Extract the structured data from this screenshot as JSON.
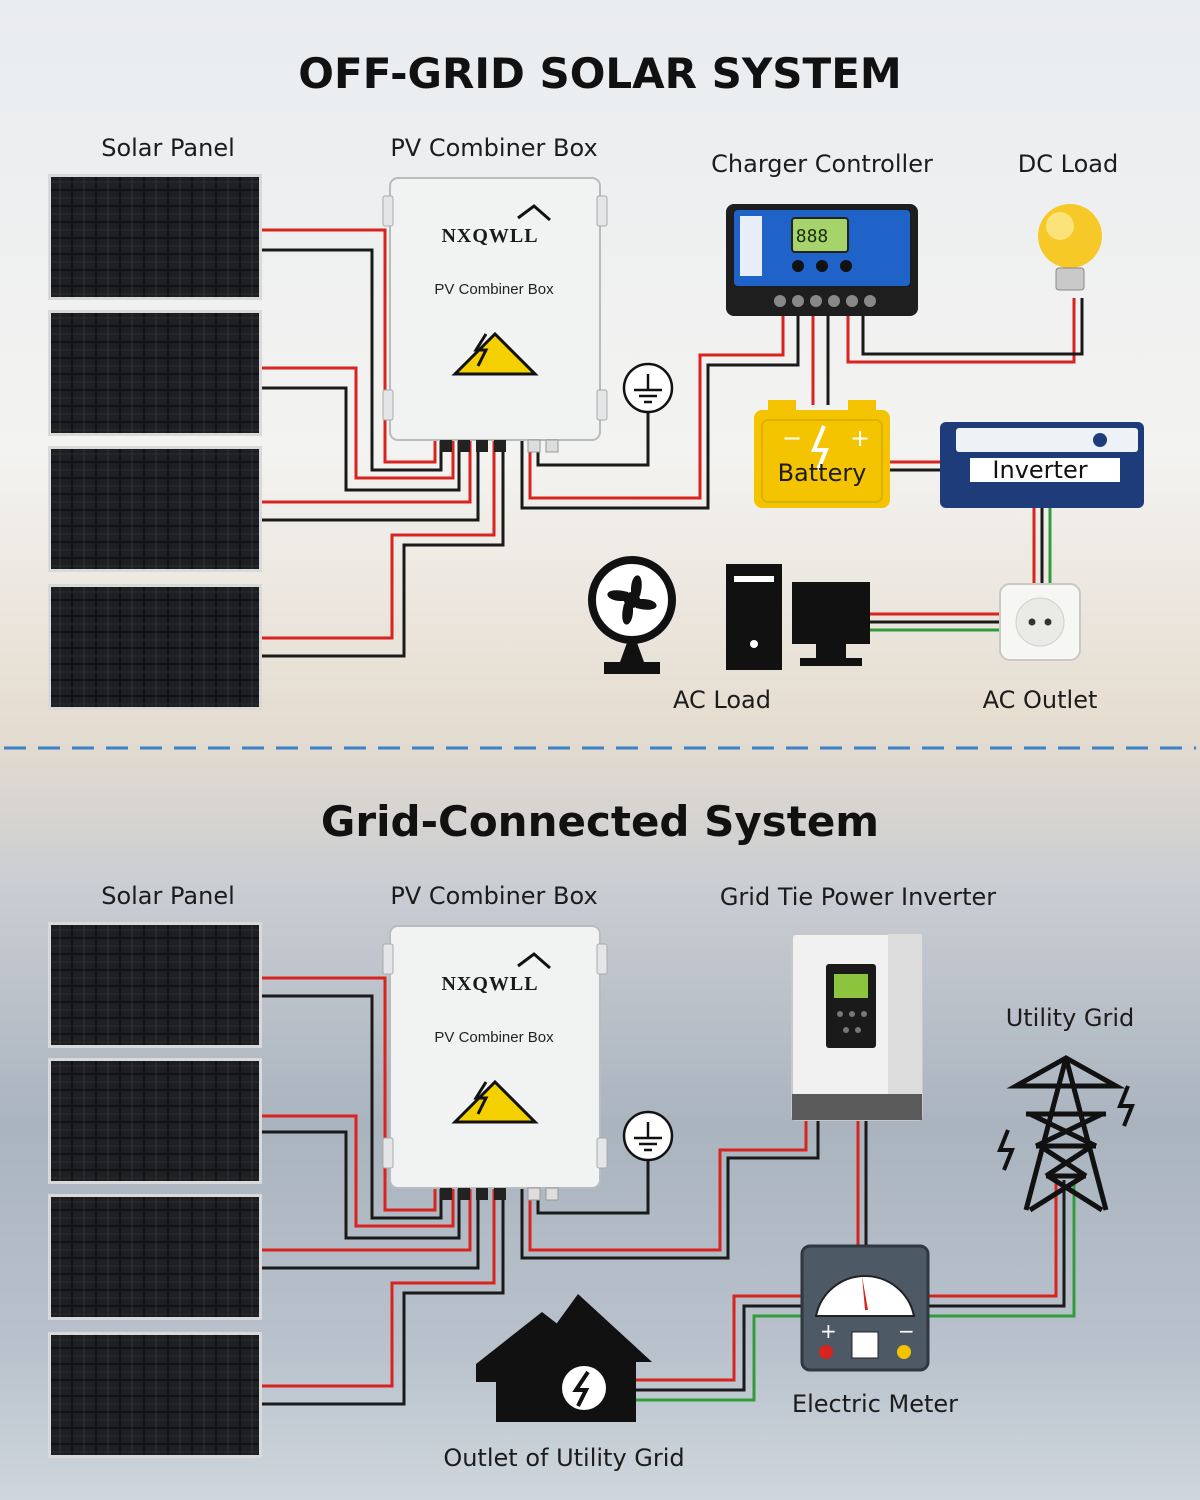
{
  "offgrid": {
    "title": "OFF-GRID SOLAR SYSTEM",
    "labels": {
      "solar_panel": "Solar Panel",
      "combiner_box": "PV Combiner Box",
      "charger_controller": "Charger Controller",
      "dc_load": "DC Load",
      "battery": "Battery",
      "inverter": "Inverter",
      "ac_load": "AC Load",
      "ac_outlet": "AC Outlet"
    },
    "controller_display": "888"
  },
  "gridtie": {
    "title": "Grid-Connected System",
    "labels": {
      "solar_panel": "Solar Panel",
      "combiner_box": "PV Combiner Box",
      "grid_tie_inverter": "Grid Tie Power Inverter",
      "utility_grid": "Utility Grid",
      "electric_meter": "Electric Meter",
      "utility_outlet": "Outlet of Utility Grid"
    }
  },
  "combiner_box": {
    "brand": "NXQWLL",
    "label": "PV Combiner Box"
  },
  "colors": {
    "wire_red": "#d8231f",
    "wire_black": "#1a1a1a",
    "wire_green": "#2f9e3a",
    "divider": "#3b82c8",
    "battery": "#f5c400",
    "inverter_blue": "#1f3c7a",
    "warning_yellow": "#f5d000"
  },
  "icons": [
    "solar-panel-icon",
    "combiner-box-icon",
    "ground-symbol-icon",
    "charge-controller-icon",
    "light-bulb-icon",
    "battery-icon",
    "inverter-icon",
    "fan-icon",
    "computer-icon",
    "ac-outlet-icon",
    "grid-tie-inverter-icon",
    "transmission-tower-icon",
    "electric-meter-icon",
    "house-icon"
  ]
}
